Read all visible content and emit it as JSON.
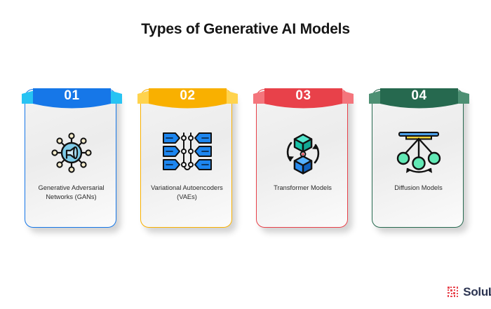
{
  "page": {
    "title": "Types of Generative AI Models",
    "background_color": "#ffffff"
  },
  "cards": [
    {
      "number": "01",
      "label": "Generative Adversarial Networks (GANs)",
      "accent_color": "#1677e8",
      "ribbon_wing_color": "#27c3f3",
      "icon_name": "network-megaphone-icon"
    },
    {
      "number": "02",
      "label": "Variational Autoencoders (VAEs)",
      "accent_color": "#f9b000",
      "ribbon_wing_color": "#ffd34d",
      "icon_name": "encoder-decoder-icon"
    },
    {
      "number": "03",
      "label": "Transformer Models",
      "accent_color": "#e8414a",
      "ribbon_wing_color": "#f4757c",
      "icon_name": "rotating-cubes-icon"
    },
    {
      "number": "04",
      "label": "Diffusion Models",
      "accent_color": "#26694f",
      "ribbon_wing_color": "#4d8f73",
      "icon_name": "pendulum-diffusion-icon"
    }
  ],
  "logo": {
    "text": "SoluL",
    "mark_name": "solulab-qr-mark",
    "mark_color": "#e8464f",
    "text_color": "#2b3350"
  }
}
